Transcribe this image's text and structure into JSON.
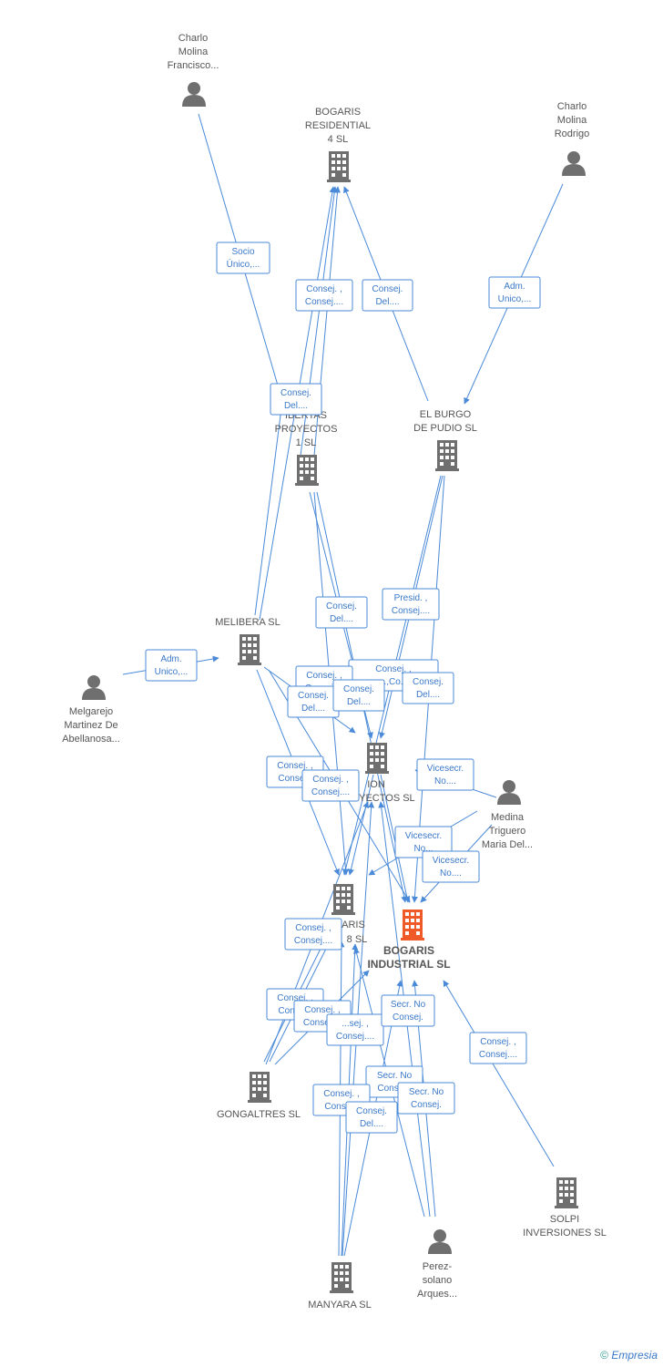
{
  "colors": {
    "edge": "#4a8ad8",
    "company": "#6f6f6f",
    "person": "#6f6f6f",
    "main_company": "#f05a28"
  },
  "nodes": [
    {
      "id": "charlo_francisco",
      "type": "person",
      "lines": [
        "Charlo",
        "Molina",
        "Francisco..."
      ]
    },
    {
      "id": "bogaris_residential",
      "type": "company",
      "lines": [
        "BOGARIS",
        "RESIDENTIAL",
        "4 SL"
      ]
    },
    {
      "id": "charlo_rodrigo",
      "type": "person",
      "lines": [
        "Charlo",
        "Molina",
        "Rodrigo"
      ]
    },
    {
      "id": "libertas",
      "type": "company",
      "lines": [
        "IBERTAS",
        "PROYECTOS",
        "1 SL"
      ]
    },
    {
      "id": "el_burgo",
      "type": "company",
      "lines": [
        "EL BURGO",
        "DE PUDIO SL"
      ]
    },
    {
      "id": "melibera",
      "type": "company",
      "lines": [
        "MELIBERA SL"
      ]
    },
    {
      "id": "melgarejo",
      "type": "person",
      "lines": [
        "Melgarejo",
        "Martinez De",
        "Abellanosa..."
      ]
    },
    {
      "id": "ion_proyectos",
      "type": "company",
      "lines": [
        "ION",
        "PROYECTOS SL"
      ]
    },
    {
      "id": "medina",
      "type": "person",
      "lines": [
        "Medina",
        "Triguero",
        "Maria Del..."
      ]
    },
    {
      "id": "bogaris_8",
      "type": "company",
      "lines": [
        "ARIS",
        "8 SL"
      ]
    },
    {
      "id": "bogaris_industrial",
      "type": "main",
      "lines": [
        "BOGARIS",
        "INDUSTRIAL SL"
      ]
    },
    {
      "id": "gongaltres",
      "type": "company",
      "lines": [
        "GONGALTRES SL"
      ]
    },
    {
      "id": "solpi",
      "type": "company",
      "lines": [
        "SOLPI",
        "INVERSIONES SL"
      ]
    },
    {
      "id": "manyara",
      "type": "company",
      "lines": [
        "MANYARA SL"
      ]
    },
    {
      "id": "perez_solano",
      "type": "person",
      "lines": [
        "Perez-",
        "solano",
        "Arques..."
      ]
    }
  ],
  "relations": [
    {
      "id": "r1",
      "lines": [
        "Socio",
        "Único,..."
      ]
    },
    {
      "id": "r2",
      "lines": [
        "Consej. ,",
        "Consej...."
      ]
    },
    {
      "id": "r3",
      "lines": [
        "Consej.",
        "Del...."
      ]
    },
    {
      "id": "r4",
      "lines": [
        "Adm.",
        "Unico,..."
      ]
    },
    {
      "id": "r5",
      "lines": [
        "Consej.",
        "Del...."
      ]
    },
    {
      "id": "r6",
      "lines": [
        "Consej.",
        "Del...."
      ]
    },
    {
      "id": "r7",
      "lines": [
        "Presid. ,",
        "Consej...."
      ]
    },
    {
      "id": "r8",
      "lines": [
        "Adm.",
        "Unico,..."
      ]
    },
    {
      "id": "r9",
      "lines": [
        "Consej. ,",
        "...,Co..."
      ]
    },
    {
      "id": "r10",
      "lines": [
        "Consej. ,",
        "Consej...."
      ]
    },
    {
      "id": "r11",
      "lines": [
        "Consej.",
        "Del...."
      ]
    },
    {
      "id": "r12",
      "lines": [
        "Consej.",
        "Del...."
      ]
    },
    {
      "id": "r13",
      "lines": [
        "Consej.",
        "Del...."
      ]
    },
    {
      "id": "r14",
      "lines": [
        "Consej. ,",
        "Conse..."
      ]
    },
    {
      "id": "r15",
      "lines": [
        "Consej. ,",
        "Consej...."
      ]
    },
    {
      "id": "r16",
      "lines": [
        "Vicesecr.",
        "No...."
      ]
    },
    {
      "id": "r17",
      "lines": [
        "Vicesecr.",
        "No..."
      ]
    },
    {
      "id": "r18",
      "lines": [
        "Vicesecr.",
        "No...."
      ]
    },
    {
      "id": "r19",
      "lines": [
        "Consej. ,",
        "Consej...."
      ]
    },
    {
      "id": "r20",
      "lines": [
        "Consej. ,",
        "Conse..."
      ]
    },
    {
      "id": "r21",
      "lines": [
        "Consej. ,",
        "Consej...."
      ]
    },
    {
      "id": "r22",
      "lines": [
        "...sej. ,",
        "Consej...."
      ]
    },
    {
      "id": "r23",
      "lines": [
        "Secr. No",
        "Consej."
      ]
    },
    {
      "id": "r24",
      "lines": [
        "Consej. ,",
        "Consej...."
      ]
    },
    {
      "id": "r25",
      "lines": [
        "Secr. No",
        "Conse..."
      ]
    },
    {
      "id": "r26",
      "lines": [
        "Consej. ,",
        "Conse..."
      ]
    },
    {
      "id": "r27",
      "lines": [
        "Secr. No",
        "Consej."
      ]
    },
    {
      "id": "r28",
      "lines": [
        "Consej.",
        "Del...."
      ]
    }
  ],
  "footer": {
    "copyright": "©",
    "brand": "Empresia"
  }
}
